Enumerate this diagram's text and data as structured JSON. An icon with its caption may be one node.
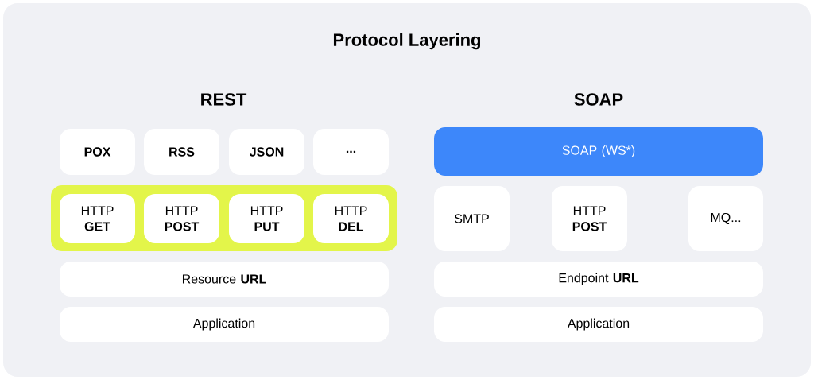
{
  "diagram": {
    "title": "Protocol Layering",
    "nodes": [
      {
        "text": [
          "POX"
        ]
      },
      {
        "text": [
          "RSS"
        ]
      },
      {
        "text": [
          "JSON"
        ]
      },
      {
        "text": [
          "..."
        ]
      },
      {
        "text": [],
        "shape": "box"
      },
      {
        "text": [
          "HTTP **GET**"
        ],
        "in": 4
      },
      {
        "text": [
          "HTTP **POST**"
        ],
        "in": 4
      },
      {
        "text": [
          "HTTP **PUT**"
        ],
        "in": 4
      },
      {
        "text": [
          "HTTP **DEL**"
        ],
        "in": 4
      },
      {
        "text": [
          "Resource **URL**"
        ]
      },
      {
        "text": [
          "Application"
        ]
      },
      {
        "text": [
          "SOAP (WS*)"
        ]
      },
      {
        "text": [
          "SMTP"
        ]
      },
      {
        "text": [
          "HTTP **POST**"
        ]
      },
      {
        "text": [
          "MQ..."
        ]
      },
      {
        "text": [
          "Endpoint **URL**"
        ]
      },
      {
        "text": [
          "Application"
        ]
      }
    ],
    "labels": [
      "REST",
      "SOAP"
    ]
  }
}
